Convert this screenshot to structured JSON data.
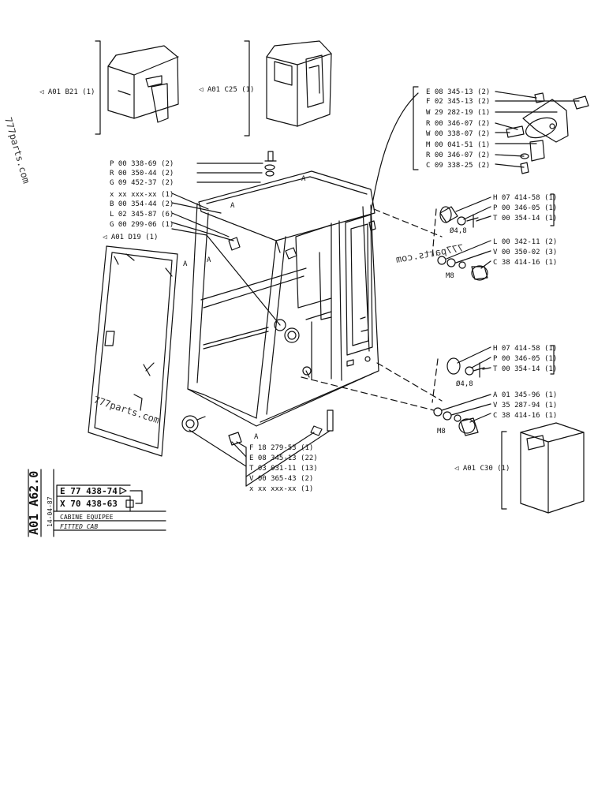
{
  "watermarks": [
    "777parts.com",
    "777parts.com",
    "777parts.com"
  ],
  "refs": {
    "b21": "◁ A01  B21 (1)",
    "c25": "◁ A01  C25 (1)",
    "d19": "◁ A01  D19 (1)",
    "c30": "◁ A01  C30 (1)"
  },
  "labels_left": [
    "P 00 338-69 (2)",
    "R 00 350-44 (2)",
    "G 09 452-37 (2)",
    "x xx xxx-xx (1)",
    "B 00 354-44 (2)",
    "L 02 345-87 (6)",
    "G 00 299-06 (1)"
  ],
  "labels_top_right": [
    "E 08 345-13 (2)",
    "F 02 345-13 (2)",
    "W 29 282-19 (1)",
    "R 00 346-07 (2)",
    "W 00 338-07 (2)",
    "M 00 041-51 (1)",
    "R 00 346-07 (2)",
    "C 09 338-25 (2)"
  ],
  "labels_mid_right": [
    "H 07 414-58 (1)",
    "P 00 346-05 (1)",
    "T 00 354-14 (1)",
    "L 00 342-11 (2)",
    "V 00 350-02 (3)",
    "C 38 414-16 (1)"
  ],
  "labels_low_right": [
    "H 07 414-58 (1)",
    "P 00 346-05 (1)",
    "T 00 354-14 (1)",
    "A 01 345-96 (1)",
    "V 35 287-94 (1)",
    "C 38 414-16 (1)"
  ],
  "labels_bottom": [
    "F 18 279-53 (1)",
    "E 08 345-13 (22)",
    "T 03 031-11 (13)",
    "V 00 365-43 (2)",
    "x xx xxx-xx (1)"
  ],
  "dims": {
    "d48_a": "Ø4,8",
    "d48_b": "Ø4,8",
    "m8_a": "M8",
    "m8_b": "M8"
  },
  "callouts": [
    "A",
    "A",
    "A",
    "A",
    "A"
  ],
  "title_block": {
    "vertical_code": "A01 A62.0",
    "code_e": "E 77 438-74",
    "code_x": "X 70 438-63",
    "date": "14-04-87",
    "name_fr": "CABINE EQUIPEE",
    "name_en": "FITTED CAB"
  }
}
